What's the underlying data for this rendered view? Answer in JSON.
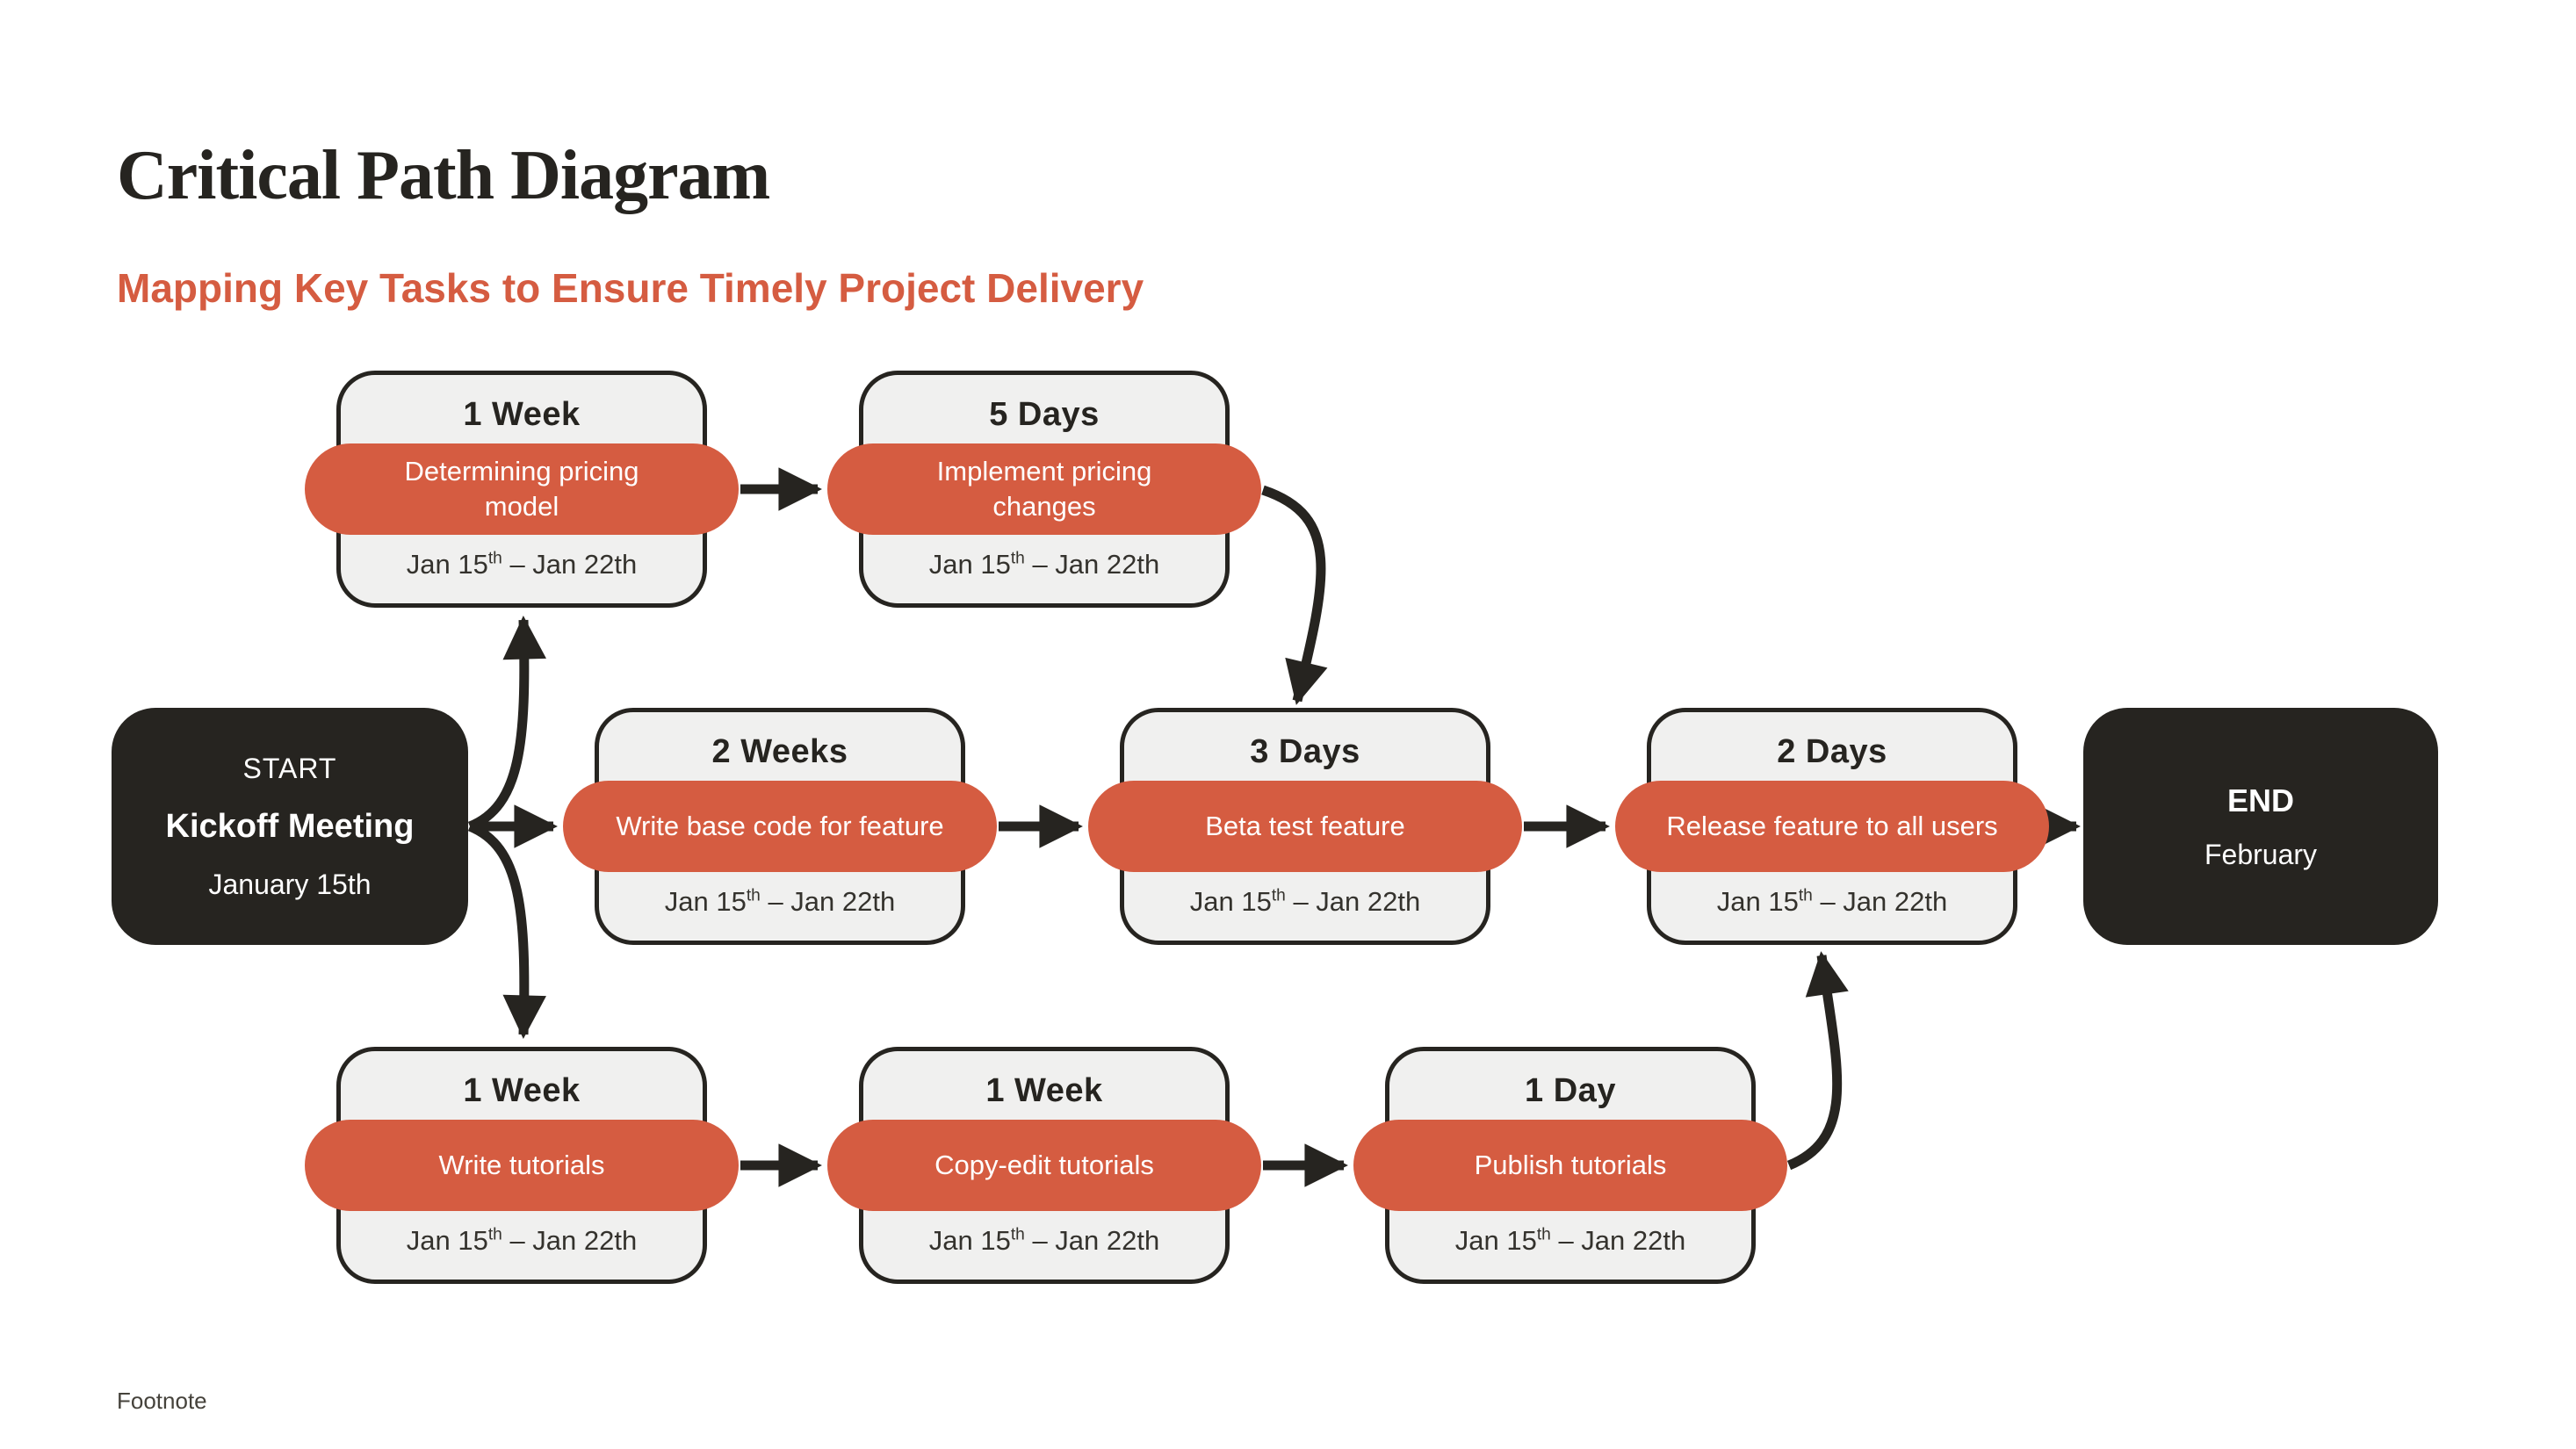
{
  "page": {
    "title": "Critical Path Diagram",
    "subtitle": "Mapping Key Tasks to Ensure Timely Project Delivery",
    "footnote": "Footnote"
  },
  "colors": {
    "accent_orange": "#D55C41",
    "ink_dark": "#262420",
    "node_fill": "#F0F0EF",
    "background": "#FFFFFF"
  },
  "start_node": {
    "line1": "START",
    "line2": "Kickoff Meeting",
    "line3": "January 15th"
  },
  "end_node": {
    "line1": "END",
    "line2": "February"
  },
  "tasks": [
    {
      "duration": "1 Week",
      "task": "Determining pricing model",
      "date_prefix": "Jan 15",
      "date_sup": "th",
      "date_suffix": " – Jan 22th"
    },
    {
      "duration": "5 Days",
      "task": "Implement pricing changes",
      "date_prefix": "Jan 15",
      "date_sup": "th",
      "date_suffix": " – Jan 22th"
    },
    {
      "duration": "2 Weeks",
      "task": "Write base code for feature",
      "date_prefix": "Jan 15",
      "date_sup": "th",
      "date_suffix": " – Jan 22th"
    },
    {
      "duration": "3 Days",
      "task": "Beta test feature",
      "date_prefix": "Jan 15",
      "date_sup": "th",
      "date_suffix": " – Jan 22th"
    },
    {
      "duration": "2 Days",
      "task": "Release feature to all users",
      "date_prefix": "Jan 15",
      "date_sup": "th",
      "date_suffix": " – Jan 22th"
    },
    {
      "duration": "1 Week",
      "task": "Write tutorials",
      "date_prefix": "Jan 15",
      "date_sup": "th",
      "date_suffix": " – Jan 22th"
    },
    {
      "duration": "1 Week",
      "task": "Copy-edit tutorials",
      "date_prefix": "Jan 15",
      "date_sup": "th",
      "date_suffix": " – Jan 22th"
    },
    {
      "duration": "1 Day",
      "task": "Publish tutorials",
      "date_prefix": "Jan 15",
      "date_sup": "th",
      "date_suffix": " – Jan 22th"
    }
  ],
  "edges": [
    {
      "from": "Kickoff Meeting",
      "to": "Determining pricing model"
    },
    {
      "from": "Kickoff Meeting",
      "to": "Write base code for feature"
    },
    {
      "from": "Kickoff Meeting",
      "to": "Write tutorials"
    },
    {
      "from": "Determining pricing model",
      "to": "Implement pricing changes"
    },
    {
      "from": "Implement pricing changes",
      "to": "Beta test feature"
    },
    {
      "from": "Write base code for feature",
      "to": "Beta test feature"
    },
    {
      "from": "Beta test feature",
      "to": "Release feature to all users"
    },
    {
      "from": "Release feature to all users",
      "to": "END"
    },
    {
      "from": "Write tutorials",
      "to": "Copy-edit tutorials"
    },
    {
      "from": "Copy-edit tutorials",
      "to": "Publish tutorials"
    },
    {
      "from": "Publish tutorials",
      "to": "Release feature to all users"
    }
  ]
}
